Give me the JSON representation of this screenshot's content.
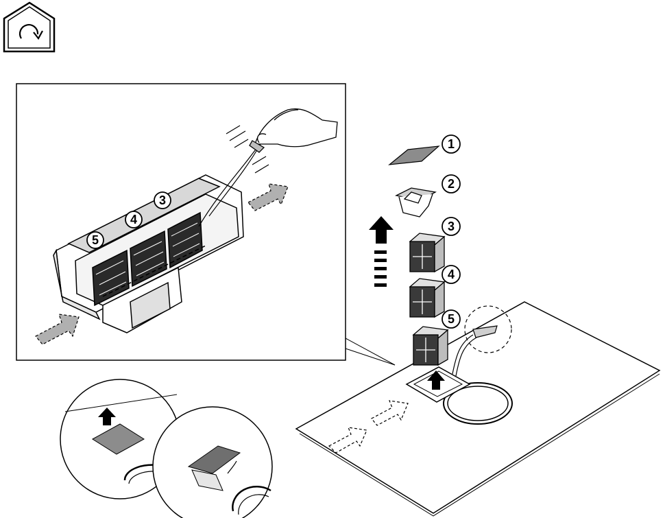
{
  "callouts": {
    "detail": [
      "5",
      "4",
      "3"
    ],
    "exploded": [
      "1",
      "2",
      "3",
      "4",
      "5"
    ]
  },
  "icons": {
    "top_left": "house-refresh-icon"
  },
  "colors": {
    "line": "#000000",
    "shade_dark": "#4a4a4a",
    "shade_mid": "#8c8c8c",
    "shade_light": "#cfcfcf",
    "arrow_fill": "#b0b0b0"
  }
}
